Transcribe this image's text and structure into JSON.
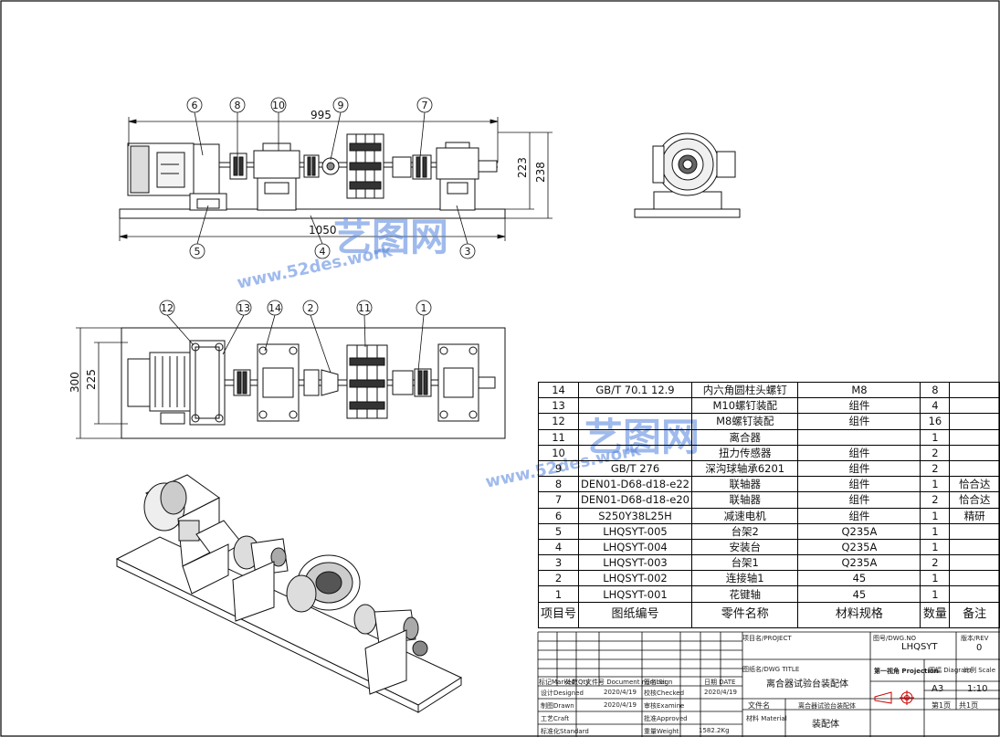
{
  "views": {
    "front_dims": {
      "overall_length": "995",
      "height_1": "223",
      "height_2": "238",
      "base_length": "1050"
    },
    "top_dims": {
      "width_1": "300",
      "width_2": "225"
    },
    "front_balloons": [
      "6",
      "8",
      "10",
      "9",
      "7",
      "5",
      "4",
      "3"
    ],
    "top_balloons": [
      "12",
      "13",
      "14",
      "2",
      "11",
      "1"
    ]
  },
  "watermark": {
    "brand": "艺图网",
    "url": "www.52des.work"
  },
  "bom": {
    "rows": [
      {
        "no": "14",
        "code": "GB/T 70.1 12.9",
        "name": "内六角圆柱头螺钉",
        "material": "M8",
        "qty": "8",
        "note": ""
      },
      {
        "no": "13",
        "code": "",
        "name": "M10螺钉装配",
        "material": "组件",
        "qty": "4",
        "note": ""
      },
      {
        "no": "12",
        "code": "",
        "name": "M8螺钉装配",
        "material": "组件",
        "qty": "16",
        "note": ""
      },
      {
        "no": "11",
        "code": "",
        "name": "离合器",
        "material": "",
        "qty": "1",
        "note": ""
      },
      {
        "no": "10",
        "code": "",
        "name": "扭力传感器",
        "material": "组件",
        "qty": "2",
        "note": ""
      },
      {
        "no": "9",
        "code": "GB/T 276",
        "name": "深沟球轴承6201",
        "material": "组件",
        "qty": "2",
        "note": ""
      },
      {
        "no": "8",
        "code": "DEN01-D68-d18-e22",
        "name": "联轴器",
        "material": "组件",
        "qty": "1",
        "note": "恰合达"
      },
      {
        "no": "7",
        "code": "DEN01-D68-d18-e20",
        "name": "联轴器",
        "material": "组件",
        "qty": "2",
        "note": "恰合达"
      },
      {
        "no": "6",
        "code": "S250Y38L25H",
        "name": "减速电机",
        "material": "组件",
        "qty": "1",
        "note": "精研"
      },
      {
        "no": "5",
        "code": "LHQSYT-005",
        "name": "台架2",
        "material": "Q235A",
        "qty": "1",
        "note": ""
      },
      {
        "no": "4",
        "code": "LHQSYT-004",
        "name": "安装台",
        "material": "Q235A",
        "qty": "1",
        "note": ""
      },
      {
        "no": "3",
        "code": "LHQSYT-003",
        "name": "台架1",
        "material": "Q235A",
        "qty": "2",
        "note": ""
      },
      {
        "no": "2",
        "code": "LHQSYT-002",
        "name": "连接轴1",
        "material": "45",
        "qty": "1",
        "note": ""
      },
      {
        "no": "1",
        "code": "LHQSYT-001",
        "name": "花键轴",
        "material": "45",
        "qty": "1",
        "note": ""
      }
    ],
    "header": {
      "no": "项目号",
      "code": "图纸编号",
      "name": "零件名称",
      "material": "材料规格",
      "qty": "数量",
      "note": "备注"
    }
  },
  "title_block": {
    "project_label": "项目名/PROJECT",
    "dwg_no_label": "图号/DWG.NO",
    "dwg_no": "LHQSYT",
    "rev_label": "版本/REV",
    "rev": "0",
    "title_label": "图纸名/DWG TITLE",
    "title": "离合器试验台装配体",
    "diagram_label": "图幅 Diagram",
    "scale_label": "比例 Scale",
    "size": "A3",
    "scale": "1:10",
    "designed_label": "设计Designed",
    "drawn_label": "制图Drawn",
    "craft_label": "工艺Craft",
    "standard_label": "标准化Standard",
    "checked_label": "校核Checked",
    "examine_label": "审核Examine",
    "approved_label": "批准Approved",
    "weight_label": "重量Weight",
    "weight": "1582.2Kg",
    "date_label": "日期 DATE",
    "date1": "2020/4/19",
    "date2": "2020/4/19",
    "date3": "2020/4/19",
    "file_label": "文件名",
    "file": "离合器试验台装配体",
    "material_label": "材料 Material",
    "material": "装配体",
    "sheet": "第1页",
    "sheets": "共1页",
    "hdr_col1": "标记Marked",
    "hdr_col2": "处数Qty",
    "hdr_col3": "文件号 Document number",
    "hdr_col4": "签名 Sign",
    "hdr_col5": "日期 DATE",
    "projection_label": "第一视角 Projection"
  }
}
